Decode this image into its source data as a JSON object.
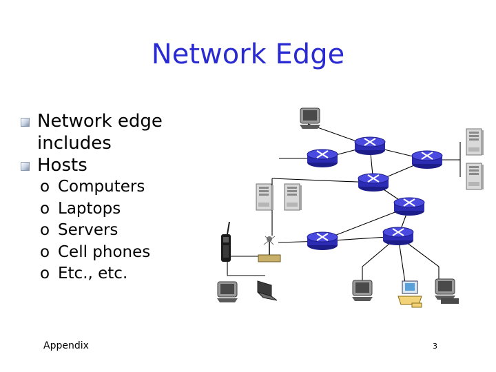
{
  "slide": {
    "title": "Network Edge",
    "bullets": [
      {
        "text": "Network edge includes"
      },
      {
        "text": "Hosts"
      }
    ],
    "sub_items": [
      {
        "marker": "o",
        "text": "Computers"
      },
      {
        "marker": "o",
        "text": "Laptops"
      },
      {
        "marker": "o",
        "text": "Servers"
      },
      {
        "marker": "o",
        "text": "Cell phones"
      },
      {
        "marker": "o",
        "text": "Etc., etc."
      }
    ],
    "footer": {
      "left": "Appendix",
      "page": "3"
    }
  },
  "diagram": {
    "router_icon": "router-x-icon",
    "host_icons": [
      "desktop-pc-icon",
      "server-tower-icon",
      "laptop-icon",
      "cell-phone-icon",
      "wireless-antenna-icon",
      "workstation-icon"
    ]
  }
}
